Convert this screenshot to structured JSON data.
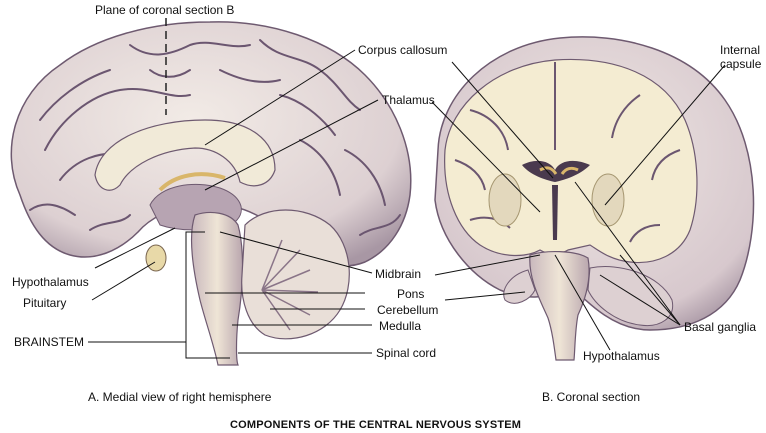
{
  "title": "COMPONENTS OF THE CENTRAL NERVOUS SYSTEM",
  "panel_a": {
    "caption": "A. Medial view of right hemisphere",
    "labels": {
      "plane": "Plane of coronal section B",
      "corpus_callosum": "Corpus callosum",
      "thalamus": "Thalamus",
      "hypothalamus": "Hypothalamus",
      "pituitary": "Pituitary",
      "brainstem": "BRAINSTEM",
      "midbrain": "Midbrain",
      "pons": "Pons",
      "cerebellum": "Cerebellum",
      "medulla": "Medulla",
      "spinal_cord": "Spinal cord"
    }
  },
  "panel_b": {
    "caption": "B. Coronal section",
    "labels": {
      "internal_capsule_line1": "Internal",
      "internal_capsule_line2": "capsule",
      "hypothalamus": "Hypothalamus",
      "basal_ganglia": "Basal ganglia"
    }
  },
  "colors": {
    "tissue_fill": "#ece4de",
    "tissue_shadow": "#9a8a96",
    "sulcus": "#5a4860",
    "section_fill": "#f3ecd4",
    "white_matter": "#f6f1de",
    "gray_matter": "#e4dac0",
    "ventricle": "#4a3a4e",
    "accent": "#d9b66a"
  }
}
